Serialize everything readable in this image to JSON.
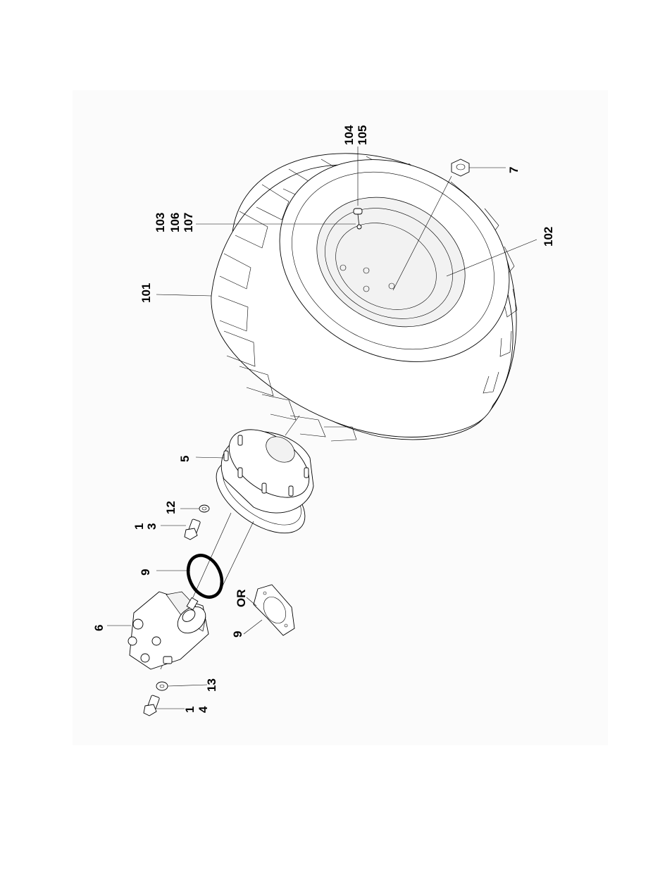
{
  "callouts": [
    {
      "id": "c101",
      "text": "101"
    },
    {
      "id": "c102",
      "text": "102"
    },
    {
      "id": "c103",
      "text": "103"
    },
    {
      "id": "c106",
      "text": "106"
    },
    {
      "id": "c107",
      "text": "107"
    },
    {
      "id": "c104",
      "text": "104"
    },
    {
      "id": "c105",
      "text": "105"
    },
    {
      "id": "c7",
      "text": "7"
    },
    {
      "id": "c5",
      "text": "5"
    },
    {
      "id": "c12",
      "text": "12"
    },
    {
      "id": "c1a",
      "text": "1"
    },
    {
      "id": "c3",
      "text": "3"
    },
    {
      "id": "c9a",
      "text": "9"
    },
    {
      "id": "cOR",
      "text": "OR"
    },
    {
      "id": "c9b",
      "text": "9"
    },
    {
      "id": "c6",
      "text": "6"
    },
    {
      "id": "c13",
      "text": "13"
    },
    {
      "id": "c1b",
      "text": "1"
    },
    {
      "id": "c4",
      "text": "4"
    }
  ]
}
